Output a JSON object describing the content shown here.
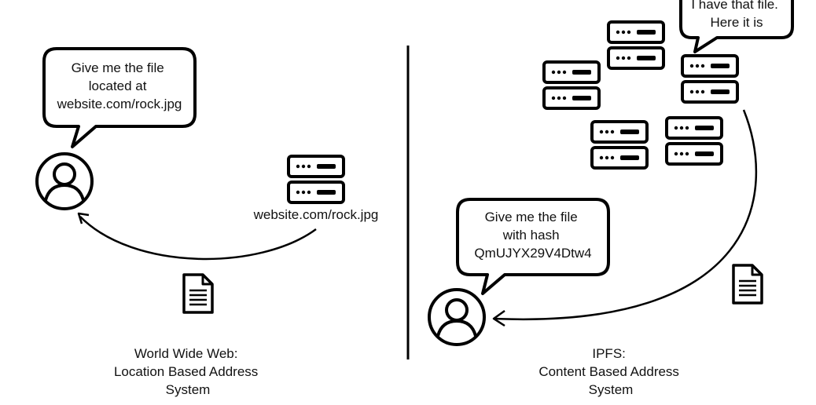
{
  "left_panel": {
    "request_bubble": [
      "Give me the file",
      "located at",
      "website.com/rock.jpg"
    ],
    "server_label": "website.com/rock.jpg",
    "caption": [
      "World Wide Web:",
      "Location Based Address",
      "System"
    ]
  },
  "right_panel": {
    "request_bubble": [
      "Give me the file",
      "with hash",
      "QmUJYX29V4Dtw4"
    ],
    "response_bubble": [
      "I have that file.",
      "Here it is"
    ],
    "caption": [
      "IPFS:",
      "Content Based Address",
      "System"
    ]
  },
  "icons": {
    "user": "user-icon",
    "server": "server-icon",
    "file": "document-icon"
  },
  "colors": {
    "ink": "#000000",
    "background": "#ffffff"
  }
}
